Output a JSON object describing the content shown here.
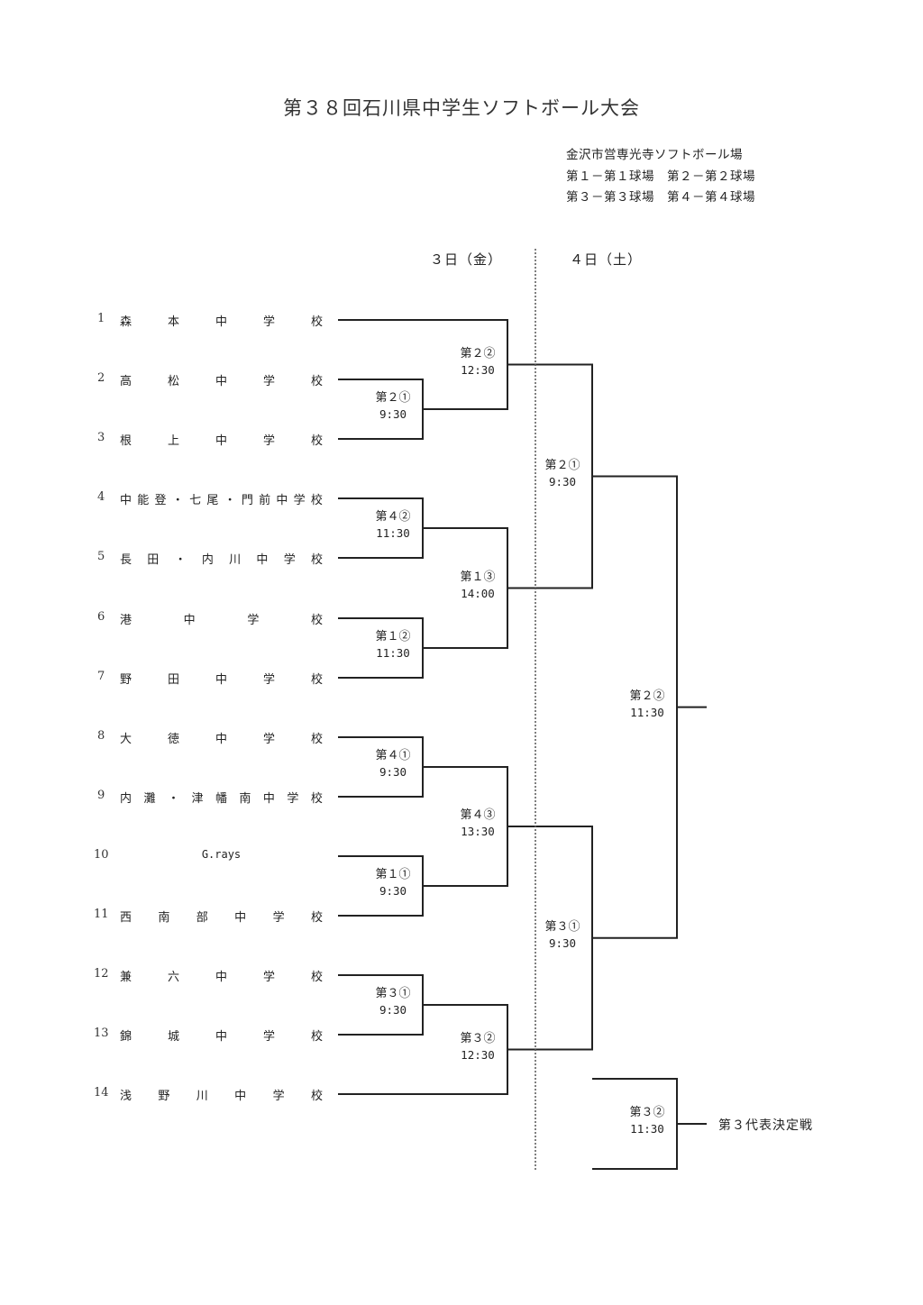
{
  "title": "第３８回石川県中学生ソフトボール大会",
  "venue": {
    "name": "金沢市営専光寺ソフトボール場",
    "legend": [
      "第１－第１球場　第２－第２球場",
      "第３－第３球場　第４－第４球場"
    ]
  },
  "days": [
    {
      "label": "３日（金）"
    },
    {
      "label": "４日（土）"
    }
  ],
  "teams": [
    {
      "num": "1",
      "chars": [
        "森",
        "本",
        "中",
        "学",
        "校"
      ]
    },
    {
      "num": "2",
      "chars": [
        "高",
        "松",
        "中",
        "学",
        "校"
      ]
    },
    {
      "num": "3",
      "chars": [
        "根",
        "上",
        "中",
        "学",
        "校"
      ]
    },
    {
      "num": "4",
      "chars": [
        "中",
        "能",
        "登",
        "・",
        "七",
        "尾",
        "・",
        "門",
        "前",
        "中",
        "学",
        "校"
      ]
    },
    {
      "num": "5",
      "chars": [
        "長",
        "田",
        "・",
        "内",
        "川",
        "中",
        "学",
        "校"
      ]
    },
    {
      "num": "6",
      "chars": [
        "港",
        "中",
        "学",
        "校"
      ]
    },
    {
      "num": "7",
      "chars": [
        "野",
        "田",
        "中",
        "学",
        "校"
      ]
    },
    {
      "num": "8",
      "chars": [
        "大",
        "徳",
        "中",
        "学",
        "校"
      ]
    },
    {
      "num": "9",
      "chars": [
        "内",
        "灘",
        "・",
        "津",
        "幡",
        "南",
        "中",
        "学",
        "校"
      ]
    },
    {
      "num": "10",
      "chars": [
        "G.rays"
      ],
      "center": true
    },
    {
      "num": "11",
      "chars": [
        "西",
        "南",
        "部",
        "中",
        "学",
        "校"
      ]
    },
    {
      "num": "12",
      "chars": [
        "兼",
        "六",
        "中",
        "学",
        "校"
      ]
    },
    {
      "num": "13",
      "chars": [
        "錦",
        "城",
        "中",
        "学",
        "校"
      ]
    },
    {
      "num": "14",
      "chars": [
        "浅",
        "野",
        "川",
        "中",
        "学",
        "校"
      ]
    }
  ],
  "matches": [
    {
      "id": "r1-2v3",
      "field": "第２①",
      "time": "9:30"
    },
    {
      "id": "r2-1vW",
      "field": "第２②",
      "time": "12:30"
    },
    {
      "id": "r1-4v5",
      "field": "第４②",
      "time": "11:30"
    },
    {
      "id": "r1-6v7",
      "field": "第１②",
      "time": "11:30"
    },
    {
      "id": "r2-45v67",
      "field": "第１③",
      "time": "14:00"
    },
    {
      "id": "r1-8v9",
      "field": "第４①",
      "time": "9:30"
    },
    {
      "id": "r1-10v11",
      "field": "第１①",
      "time": "9:30"
    },
    {
      "id": "r2-89v1011",
      "field": "第４③",
      "time": "13:30"
    },
    {
      "id": "r1-12v13",
      "field": "第３①",
      "time": "9:30"
    },
    {
      "id": "r2-1213v14",
      "field": "第３②",
      "time": "12:30"
    },
    {
      "id": "sf-top",
      "field": "第２①",
      "time": "9:30"
    },
    {
      "id": "sf-bottom",
      "field": "第３①",
      "time": "9:30"
    },
    {
      "id": "final",
      "field": "第２②",
      "time": "11:30"
    },
    {
      "id": "third-rep",
      "field": "第３②",
      "time": "11:30"
    }
  ],
  "third_rep_label": "第３代表決定戦"
}
